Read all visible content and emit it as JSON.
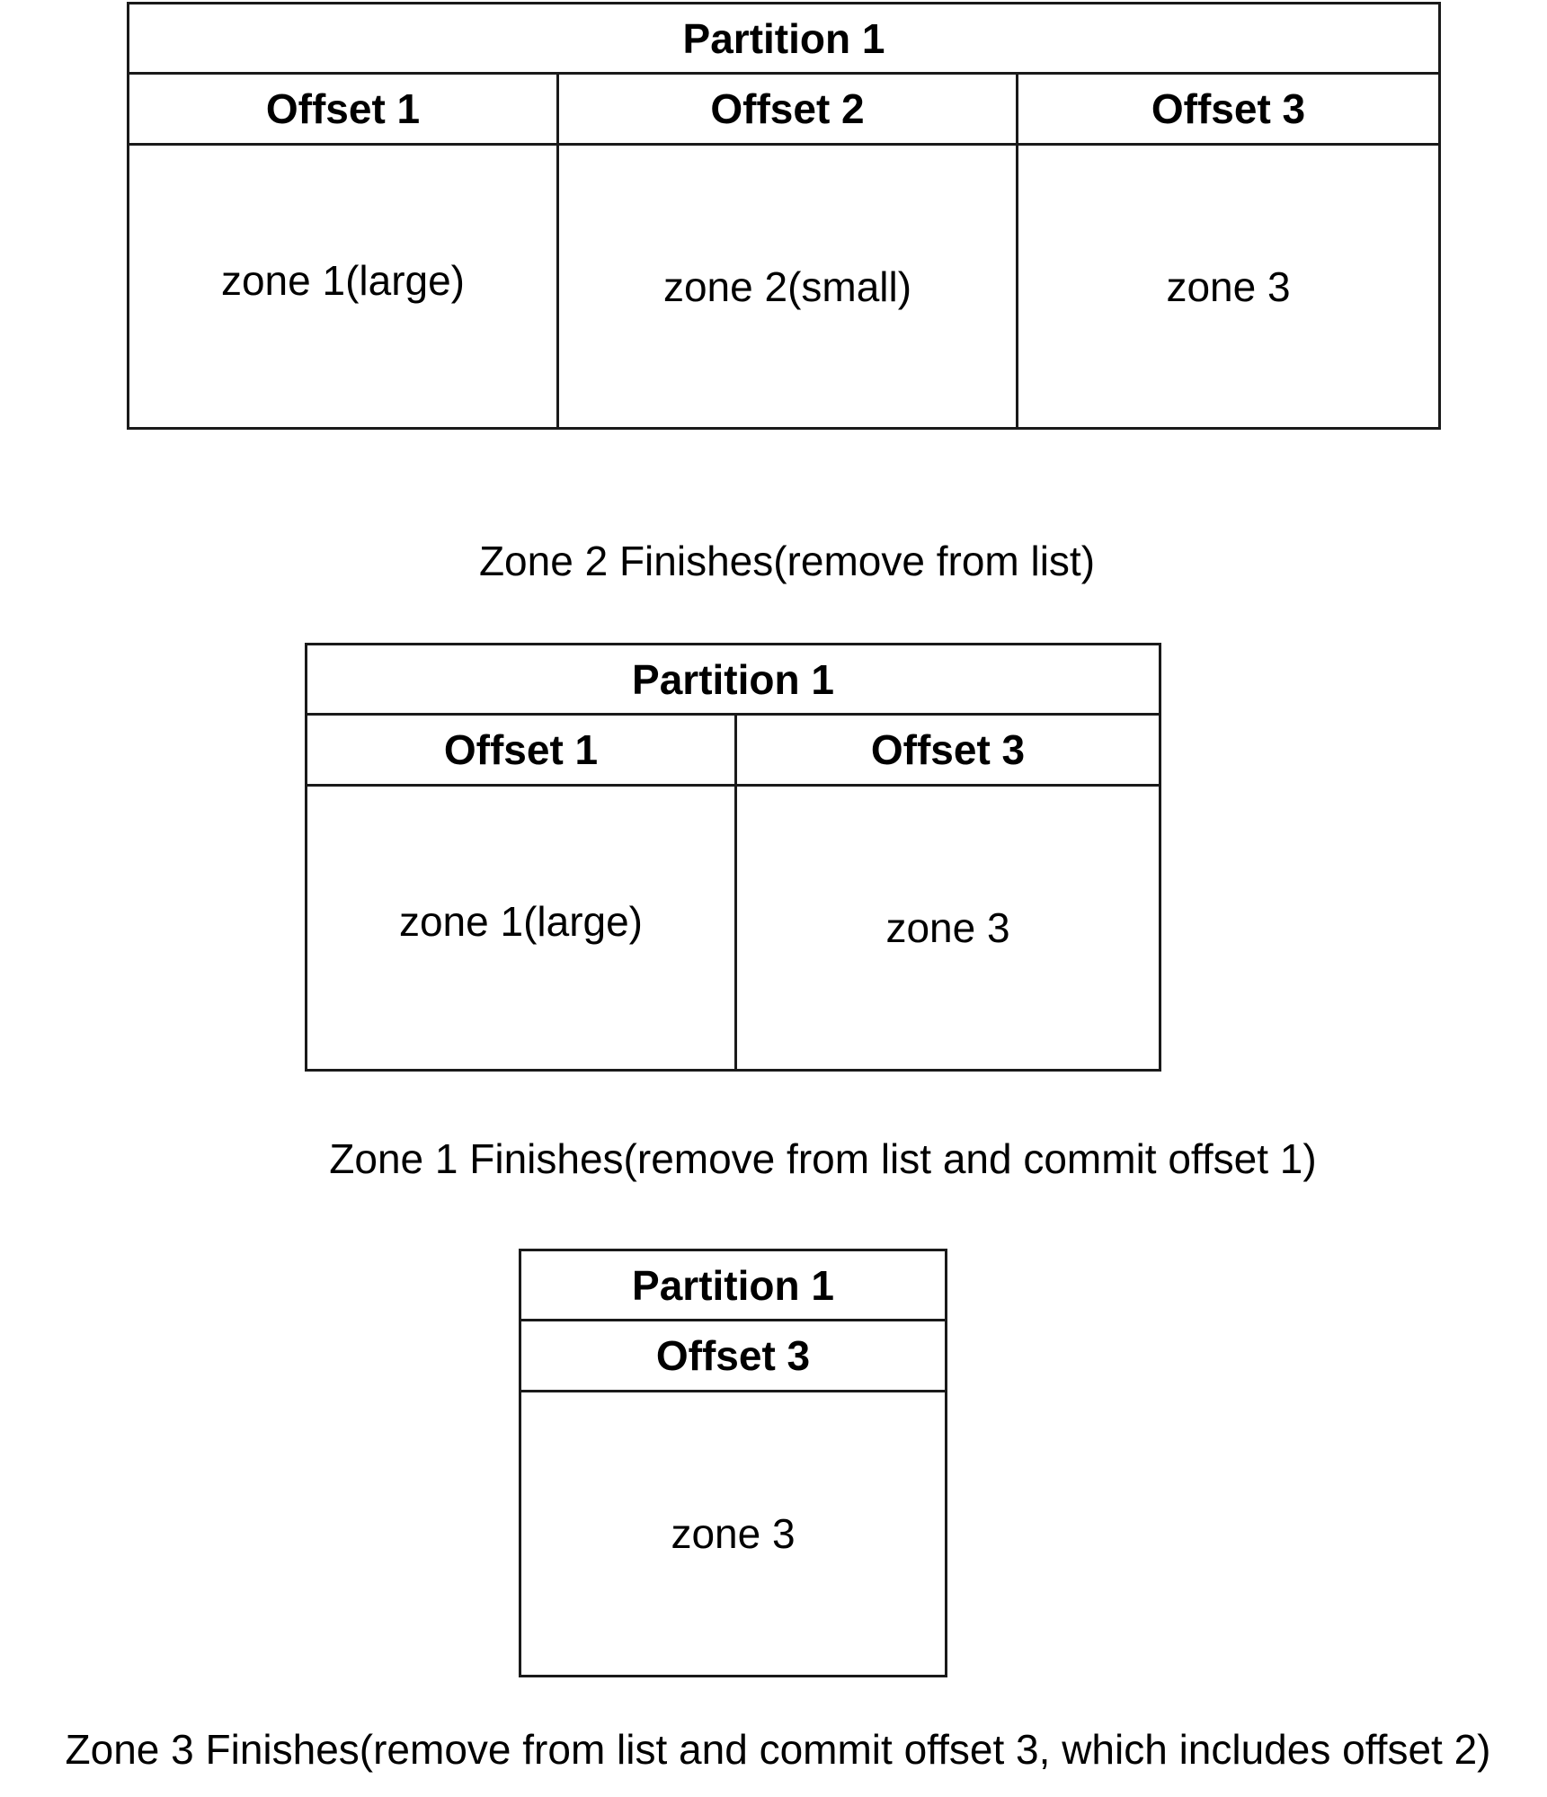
{
  "diagrams": [
    {
      "title": "Partition 1",
      "offsets": [
        "Offset 1",
        "Offset 2",
        "Offset 3"
      ],
      "zones": [
        "zone 1(large)",
        "zone 2(small)",
        "zone 3"
      ]
    },
    {
      "title": "Partition 1",
      "offsets": [
        "Offset 1",
        "Offset 3"
      ],
      "zones": [
        "zone 1(large)",
        "zone 3"
      ]
    },
    {
      "title": "Partition 1",
      "offsets": [
        "Offset 3"
      ],
      "zones": [
        "zone 3"
      ]
    }
  ],
  "captions": [
    "Zone 2 Finishes(remove from list)",
    "Zone 1 Finishes(remove from list and commit offset 1)",
    "Zone 3 Finishes(remove from list and commit offset 3, which includes offset 2)"
  ]
}
